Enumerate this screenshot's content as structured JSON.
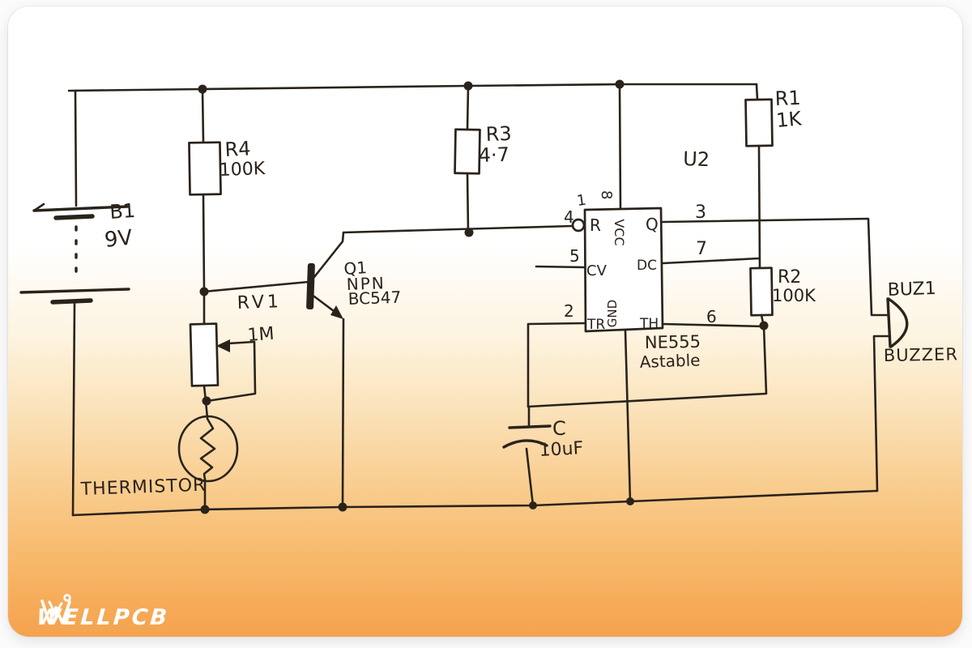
{
  "brand": {
    "name": "WELLPCB"
  },
  "schematic": {
    "battery": {
      "ref": "B1",
      "voltage": "9V"
    },
    "r4": {
      "ref": "R4",
      "value": "100K"
    },
    "r3": {
      "ref": "R3",
      "value": "4·7"
    },
    "r1": {
      "ref": "R1",
      "value": "1K"
    },
    "r2": {
      "ref": "R2",
      "value": "100K"
    },
    "rv1": {
      "ref": "RV1",
      "value": "1M"
    },
    "thermistor": {
      "label": "THERMISTOR"
    },
    "q1": {
      "ref": "Q1",
      "type": "NPN",
      "part": "BC547"
    },
    "c": {
      "ref": "C",
      "value": "10uF"
    },
    "buzzer": {
      "ref": "BUZ1",
      "label": "BUZZER"
    },
    "ic": {
      "ref": "U2",
      "part": "NE555",
      "mode": "Astable",
      "pin_reset_num": "4",
      "pin_reset": "R",
      "pin_cv_num": "5",
      "pin_cv": "CV",
      "pin_trig_num": "2",
      "pin_trig": "TR",
      "pin_out_num": "3",
      "pin_out": "Q",
      "pin_dis_num": "7",
      "pin_dis": "DC",
      "pin_th_num": "6",
      "pin_th": "TH",
      "pin_vcc": "VCC",
      "pin_gnd": "GND",
      "pin_one": "1",
      "pin_eight": "8"
    }
  },
  "colors": {
    "ink": "#2a231b",
    "orange": "#f5a24d"
  }
}
